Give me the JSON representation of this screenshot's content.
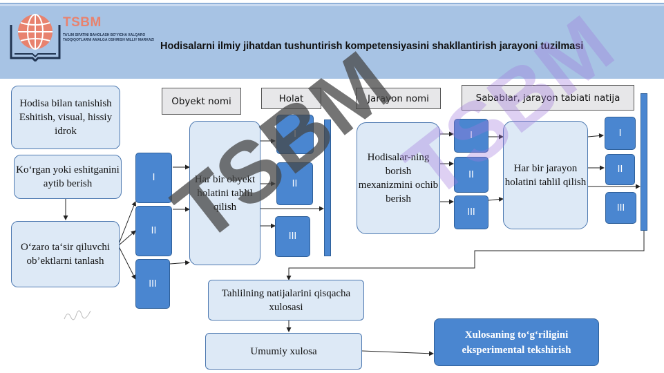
{
  "header": {
    "brand": "TSBM",
    "subtitle": "Ta'lim sifatini baholash bo'yicha xalqaro tadqiqotlarni amalga oshirish milliy markazi",
    "title": "Hodisalarni ilmiy jihatdan tushuntirish kompetensiyasini shakllantirish jarayoni tuzilmasi"
  },
  "left_boxes": {
    "intro": "Hodisa bilan tanishish Eshitish, visual, hissiy idrok",
    "retell": "Ko‘rgan yoki eshitganini aytib berish",
    "select": "O‘zaro ta‘sir qiluvchi ob’ektlarni tanlash"
  },
  "tags": {
    "object": "Obyekt nomi",
    "state": "Holat",
    "process": "Jarayon nomi",
    "causes": "Sabablar, jarayon tabiati natija"
  },
  "numerals": {
    "one": "I",
    "two": "II",
    "three": "III"
  },
  "middle_boxes": {
    "object_analysis": "Har bir obyekt holatini tahlil qilish",
    "mechanism": "Hodisalar-ning borish mexanizmini ochib berish",
    "process_analysis": "Har bir jarayon holatini tahlil qilish"
  },
  "bottom_boxes": {
    "summary": "Tahlilning natijalarini qisqacha xulosasi",
    "general": "Umumiy xulosa",
    "verification": "Xulosaning to‘g‘riligini eksperimental tekshirish"
  },
  "watermarks": {
    "main": "TSBM",
    "overlay": "TSBM"
  },
  "colors": {
    "header_bg": "#a7c3e4",
    "box_bg": "#dde9f6",
    "accent": "#4a86d0",
    "brand": "#e8826e"
  }
}
